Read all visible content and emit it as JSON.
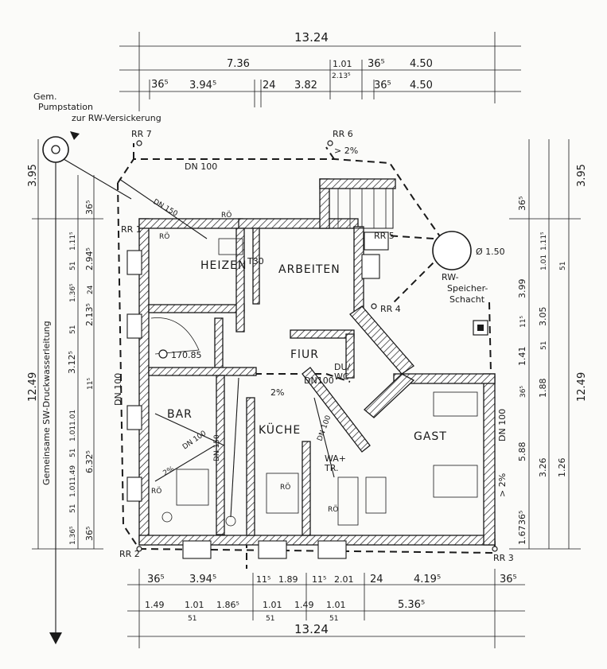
{
  "dimensions": {
    "top_total": "13.24",
    "top_row1": [
      "7.36",
      "1.01",
      "2.13⁵",
      "36⁵",
      "4.50"
    ],
    "top_row2": [
      "36⁵",
      "3.94⁵",
      "24",
      "3.82",
      "36⁵",
      "4.50"
    ],
    "bottom_row1": [
      "36⁵",
      "3.94⁵",
      "11⁵",
      "1.89",
      "11⁵",
      "2.01",
      "24",
      "4.19⁵",
      "36⁵"
    ],
    "bottom_row2": [
      "1.49",
      "1.01",
      "51",
      "1.86⁵",
      "1.01",
      "51",
      "1.49",
      "1.01",
      "51",
      "5.36⁵"
    ],
    "bottom_total": "13.24",
    "left_outer": [
      "3.95",
      "12.49"
    ],
    "left_inner_a": [
      "36⁵",
      "2.94⁵",
      "2.13⁵",
      "3.12⁵",
      "6.32⁵",
      "36⁵"
    ],
    "left_inner_b": [
      "1.11⁵",
      "51",
      "1.36⁵",
      "24",
      "51",
      "1.01",
      "11⁵",
      "1.01",
      "51",
      "1.49",
      "1.01",
      "51",
      "1.36⁵"
    ],
    "right_inner": [
      "36⁵",
      "3.99",
      "11⁵",
      "1.41",
      "36⁵",
      "5.88",
      "36⁵",
      "1.67"
    ],
    "right_mid": [
      "1.11⁵",
      "1.01",
      "51",
      "3.05",
      "51",
      "1.88",
      "3.26",
      "1.26"
    ],
    "right_outer": [
      "3.95",
      "12.49"
    ]
  },
  "rooms": {
    "heizen": "HEIZEN",
    "t30": "T30",
    "arbeiten": "ARBEITEN",
    "flur": "FlUR",
    "dusche_wc": "DU/\nWC",
    "bar": "BAR",
    "kueche": "KÜCHE",
    "gast": "GAST",
    "wa_tr": "WA+\nTR."
  },
  "labels": {
    "pumpstation_1": "Gem.",
    "pumpstation_2": "Pumpstation",
    "pumpstation_3": "zur RW-Versickerung",
    "left_pipe": "Gemeinsame SW-Druckwasserleitung",
    "rw_schacht_1": "RW-",
    "rw_schacht_2": "Speicher-",
    "rw_schacht_3": "Schacht",
    "rw_diameter": "Ø 1.50",
    "dn100_top": "DN 100",
    "dn100_left": "DN 100",
    "dn100_right": "DN 100",
    "dn100_center": "DN100",
    "dn150": "DN 150",
    "dn100_bar": "DN 100",
    "dn150_kueche": "DN 150",
    "dn100_kueche": "DN 100",
    "slope_top": "> 2%",
    "slope_center": "2%",
    "slope_right": "> 2%",
    "slope_bar": "2%",
    "level": "170.85",
    "rr1": "RR 1",
    "rr2": "RR 2",
    "rr3": "RR 3",
    "rr4": "RR 4",
    "rr5": "RR 5",
    "rr6": "RR 6",
    "rr7": "RR 7",
    "ro": "RÖ",
    "ro_top": "RÖ",
    "ro_kueche": "RÖ",
    "ro_bar": "RÖ",
    "ro_bath": "RÖ"
  }
}
